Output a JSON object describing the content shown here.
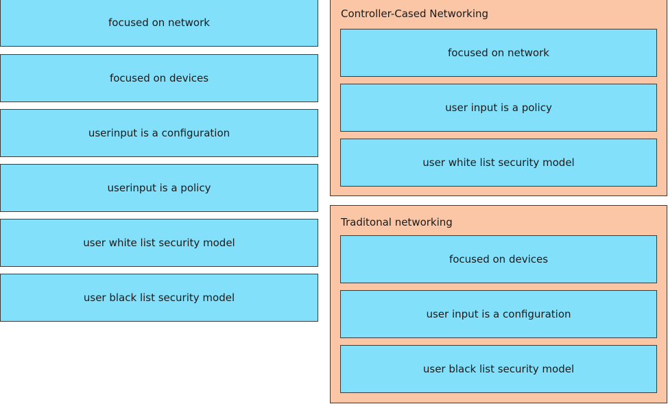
{
  "source_items": [
    {
      "label": "focused on network"
    },
    {
      "label": "focused on devices"
    },
    {
      "label": "userinput is a configuration"
    },
    {
      "label": "userinput is a policy"
    },
    {
      "label": "user white list security model"
    },
    {
      "label": "user black list security model"
    }
  ],
  "targets": [
    {
      "title": "Controller-Cased Networking",
      "items": [
        {
          "label": "focused on network"
        },
        {
          "label": "user input is a policy"
        },
        {
          "label": "user white list security model"
        }
      ]
    },
    {
      "title": "Traditonal networking",
      "items": [
        {
          "label": "focused on devices"
        },
        {
          "label": "user input is a configuration"
        },
        {
          "label": "user black list security model"
        }
      ]
    }
  ],
  "colors": {
    "tile_fill": "#82e0fb",
    "group_fill": "#fbc6a6",
    "border": "#3a3a3a"
  }
}
